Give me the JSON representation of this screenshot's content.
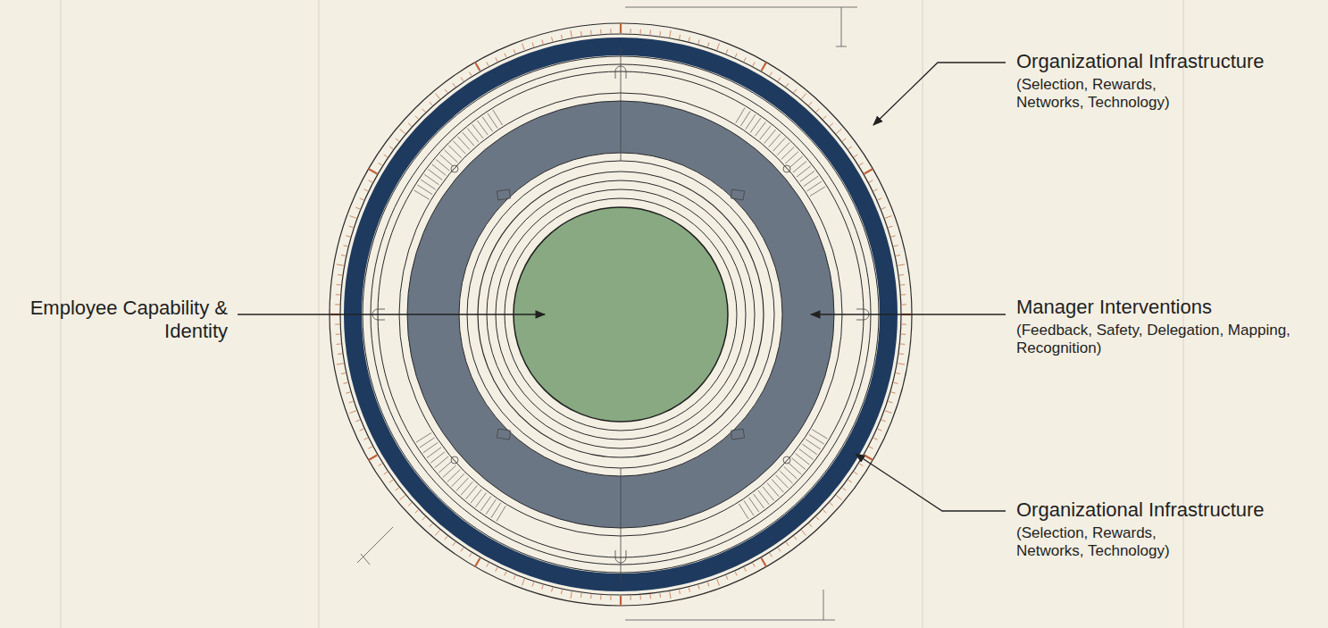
{
  "diagram": {
    "labels": [
      "Employee Capability & Identity",
      "Organizational Infrastructure",
      "(Selection, Rewards, Networks, Technology)",
      "Manager Interventions",
      "(Feedback, Safety, Delegation, Mapping, Recognition)",
      "Organizational Infrastructure",
      "(Selection, Rewards, Networks, Technology)"
    ]
  }
}
